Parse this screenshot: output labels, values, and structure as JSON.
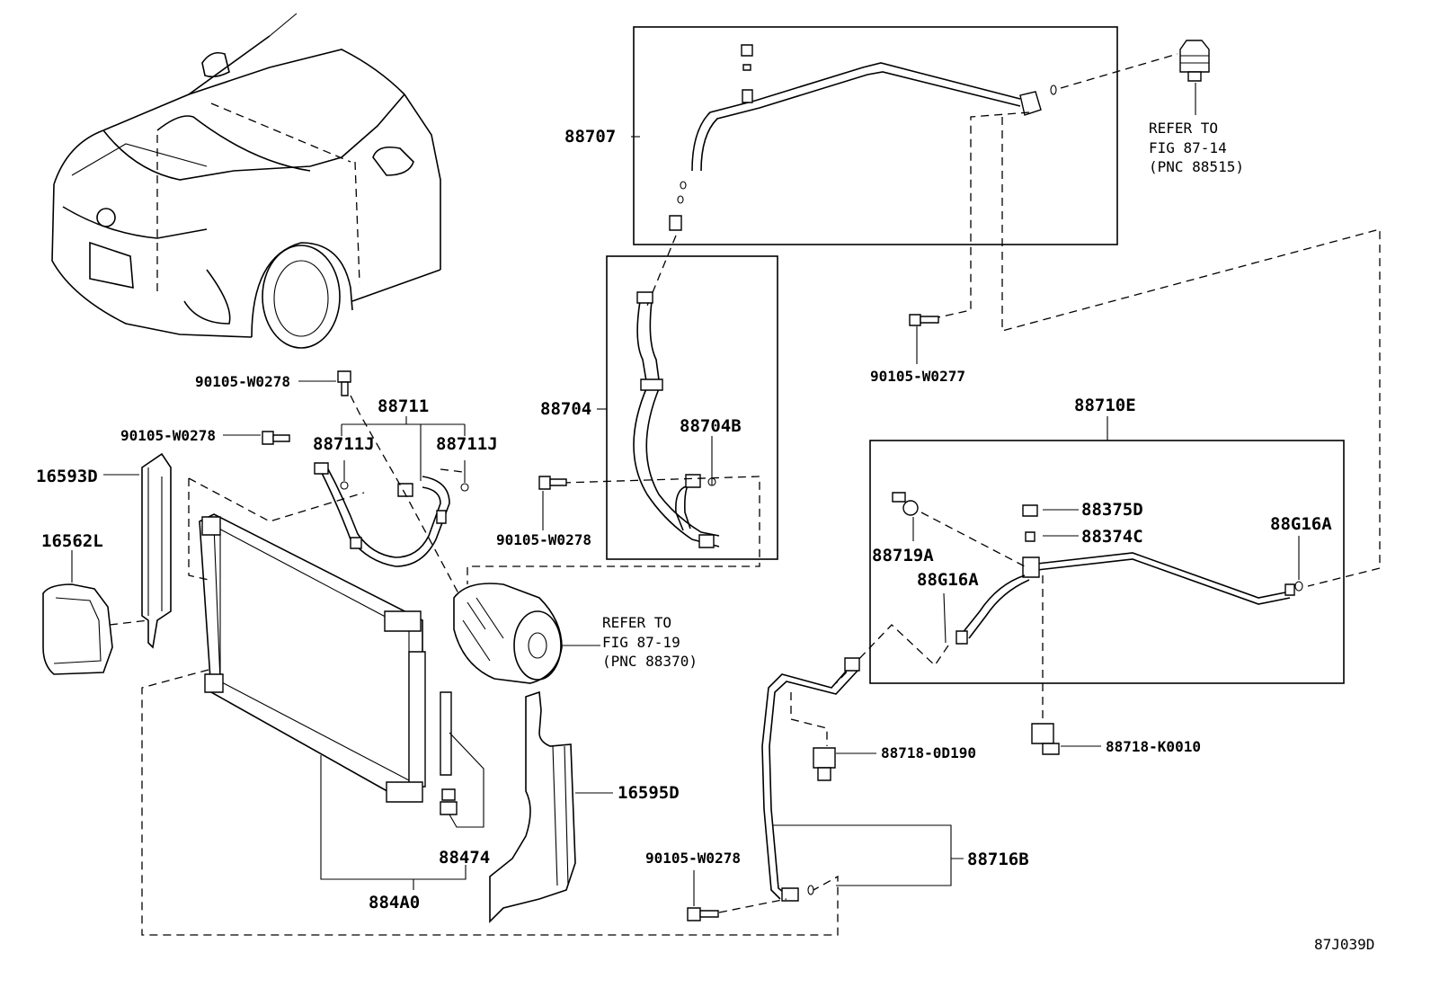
{
  "diagram_code": "87J039D",
  "labels": {
    "l88707": "88707",
    "l88704": "88704",
    "l88704B": "88704B",
    "l88711": "88711",
    "l88711J_a": "88711J",
    "l88711J_b": "88711J",
    "l90105_W0278_a": "90105-W0278",
    "l90105_W0278_b": "90105-W0278",
    "l90105_W0278_c": "90105-W0278",
    "l90105_W0278_d": "90105-W0278",
    "l90105_W0277": "90105-W0277",
    "l16593D": "16593D",
    "l16562L": "16562L",
    "l16595D": "16595D",
    "l88474": "88474",
    "l884A0": "884A0",
    "l88710E": "88710E",
    "l88375D": "88375D",
    "l88374C": "88374C",
    "l88719A": "88719A",
    "l88G16A_a": "88G16A",
    "l88G16A_b": "88G16A",
    "l88718_0D190": "88718-0D190",
    "l88718_K0010": "88718-K0010",
    "l88716B": "88716B"
  },
  "refs": {
    "top": [
      "REFER TO",
      "FIG 87-14",
      "(PNC 88515)"
    ],
    "compressor": [
      "REFER TO",
      "FIG 87-19",
      "(PNC 88370)"
    ]
  }
}
